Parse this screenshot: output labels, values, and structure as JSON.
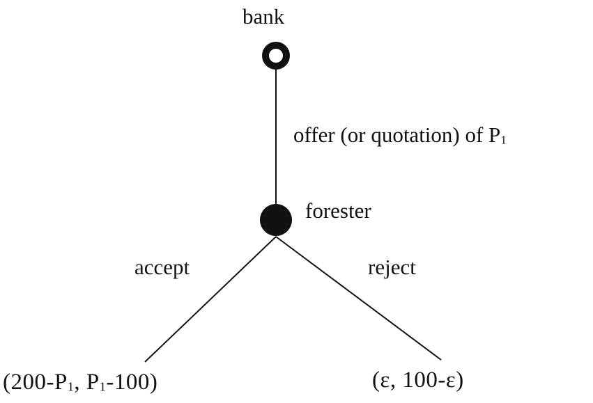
{
  "nodes": {
    "root_player": "bank",
    "decision_player": "forester"
  },
  "edges": {
    "offer": {
      "text": "offer (or quotation) of P",
      "sub": "1"
    },
    "accept": "accept",
    "reject": "reject"
  },
  "payoffs": {
    "accept": {
      "a": "(200-P",
      "a_sub": "1",
      "b": ", P",
      "b_sub": "1",
      "c": "-100)"
    },
    "reject": "(ε, 100-ε)"
  },
  "colors": {
    "stroke": "#111111",
    "background": "#ffffff"
  }
}
